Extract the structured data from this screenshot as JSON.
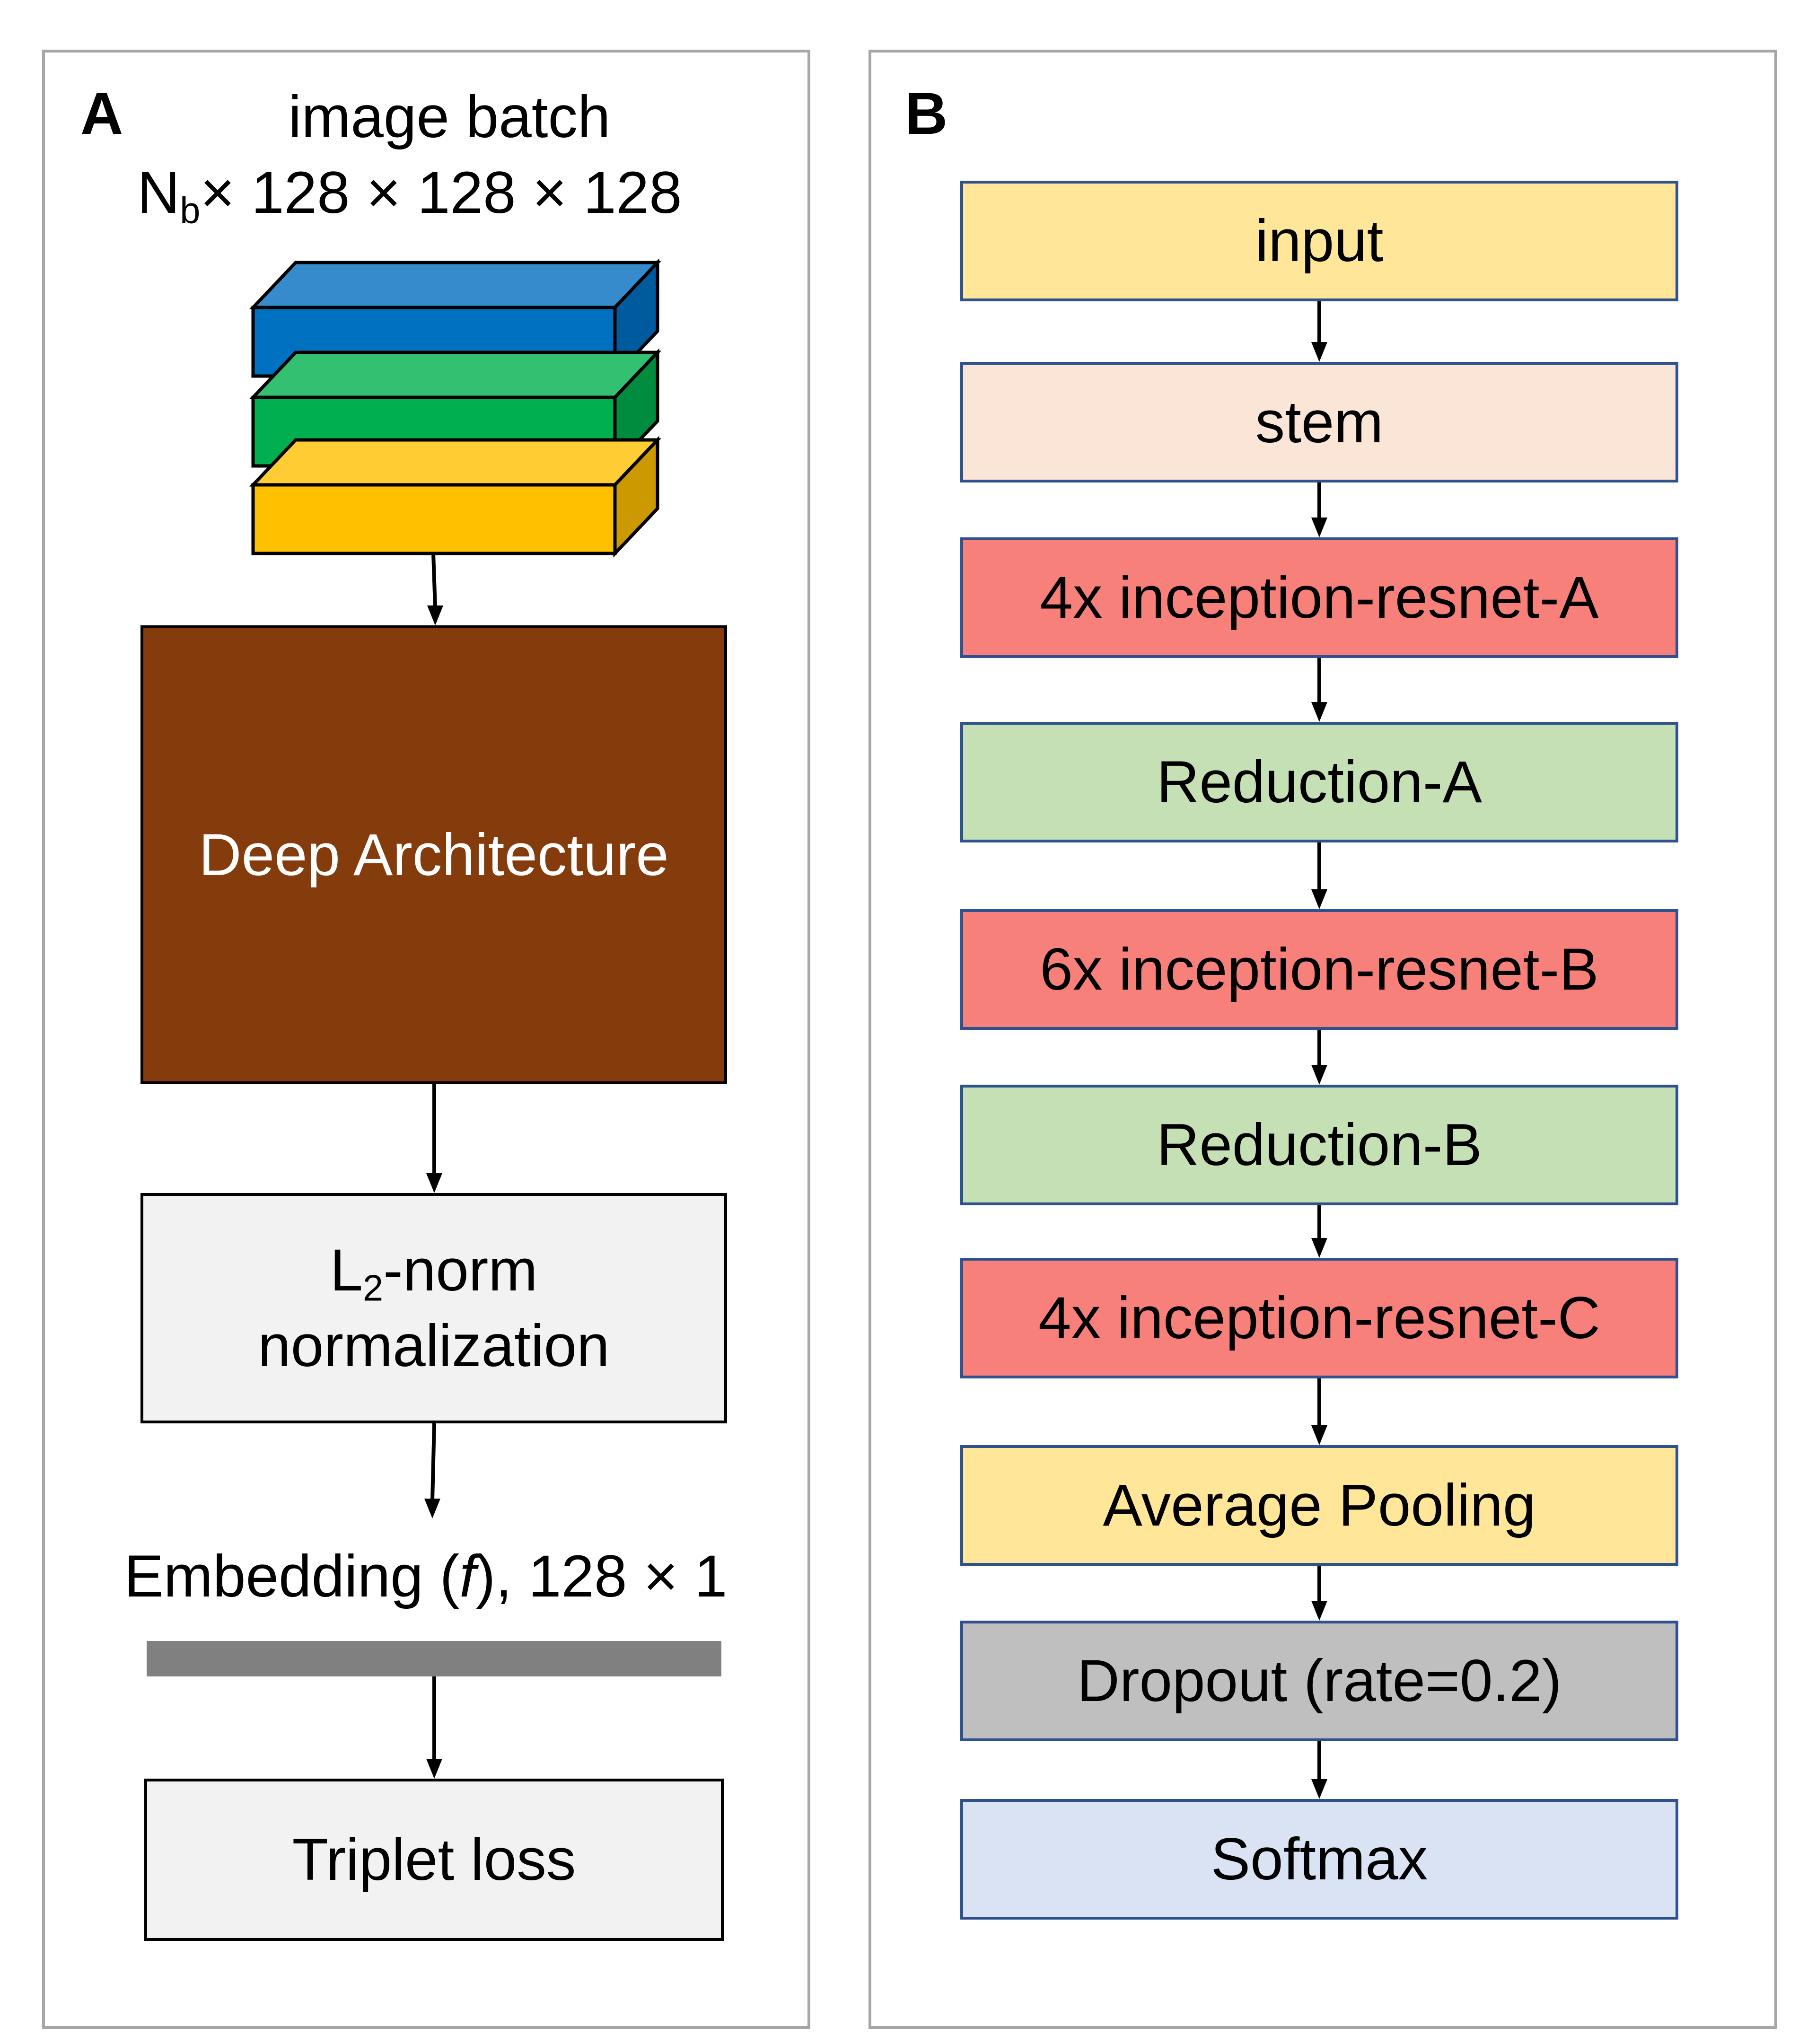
{
  "panel_a": {
    "label": "A",
    "input_title": "image batch",
    "input_dims_prefix": "N",
    "input_dims_sub": "b",
    "input_dims_rest": "× 128 × 128 × 128",
    "stack_layers": [
      {
        "name": "blue-layer",
        "front": "#0070c0",
        "top": "#358bcb",
        "side": "#005a9e"
      },
      {
        "name": "green-layer",
        "front": "#00b050",
        "top": "#33c070",
        "side": "#008c3e"
      },
      {
        "name": "yellow-layer",
        "front": "#ffc000",
        "top": "#ffcd33",
        "side": "#cc9a00"
      }
    ],
    "deep_block": {
      "label": "Deep Architecture",
      "color": "#843c0c",
      "text_color": "#ffffff"
    },
    "norm_block": {
      "line1_prefix": "L",
      "line1_sub": "2",
      "line1_rest": "-norm",
      "line2": "normalization",
      "color": "#f2f2f2"
    },
    "embedding_label_prefix": "Embedding (",
    "embedding_label_italic": "f",
    "embedding_label_suffix": "), 128 × 1",
    "embedding_bar_color": "#808080",
    "loss_block": {
      "label": "Triplet loss",
      "color": "#f2f2f2"
    }
  },
  "panel_b": {
    "label": "B",
    "border_color": "#2f528f",
    "blocks": [
      {
        "label": "input",
        "color": "#ffe699"
      },
      {
        "label": "stem",
        "color": "#fbe5d6"
      },
      {
        "label": "4x inception-resnet-A",
        "color": "#f8807a"
      },
      {
        "label": "Reduction-A",
        "color": "#c5e0b4"
      },
      {
        "label": "6x inception-resnet-B",
        "color": "#f8807a"
      },
      {
        "label": "Reduction-B",
        "color": "#c5e0b4"
      },
      {
        "label": "4x inception-resnet-C",
        "color": "#f8807a"
      },
      {
        "label": "Average Pooling",
        "color": "#ffe699"
      },
      {
        "label": "Dropout (rate=0.2)",
        "color": "#bfbfbf"
      },
      {
        "label": "Softmax",
        "color": "#dae3f3"
      }
    ]
  }
}
